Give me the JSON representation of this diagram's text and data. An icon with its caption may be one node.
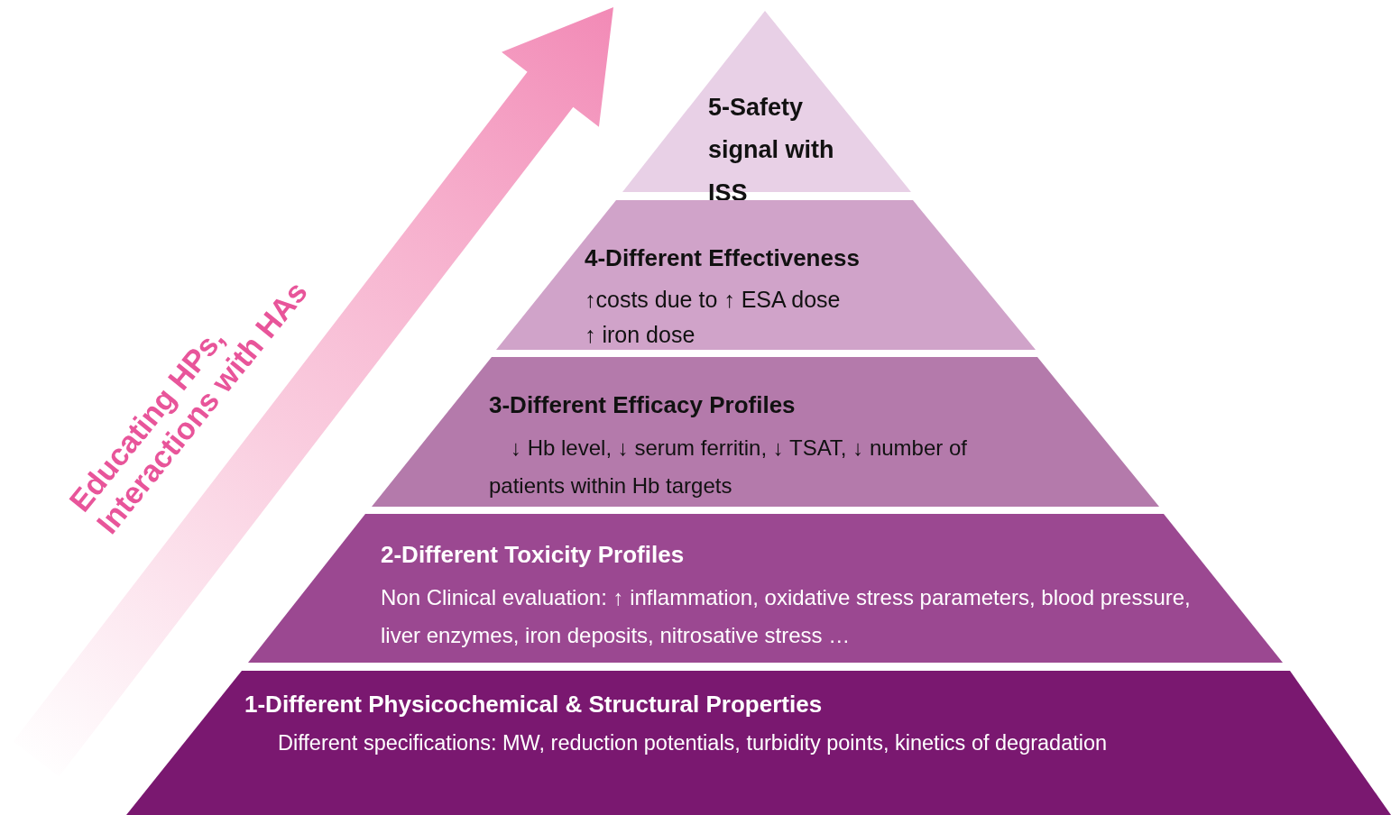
{
  "diagram": {
    "nodes": [
      {
        "text": [
          "5-Safety signal with ISS"
        ]
      },
      {
        "text": [
          "4-Different Effectiveness",
          "↑costs due to ↑ ESA dose ↑ iron dose"
        ]
      },
      {
        "text": [
          "3-Different Efficacy Profiles",
          "↓ Hb level, ↓ serum ferritin, ↓ TSAT, ↓ number of patients within Hb targets"
        ]
      },
      {
        "text": [
          "2-Different Toxicity Profiles",
          "Non Clinical evaluation: ↑ inflammation, oxidative stress parameters, blood pressure,  liver enzymes, iron deposits, nitrosative stress …"
        ]
      },
      {
        "text": [
          "1-Different Physicochemical & Structural Properties",
          "Different specifications: MW, reduction potentials, turbidity points, kinetics of degradation"
        ]
      }
    ],
    "edges": [],
    "labels": [
      "Educating HPs, Interactions with HAs"
    ]
  }
}
